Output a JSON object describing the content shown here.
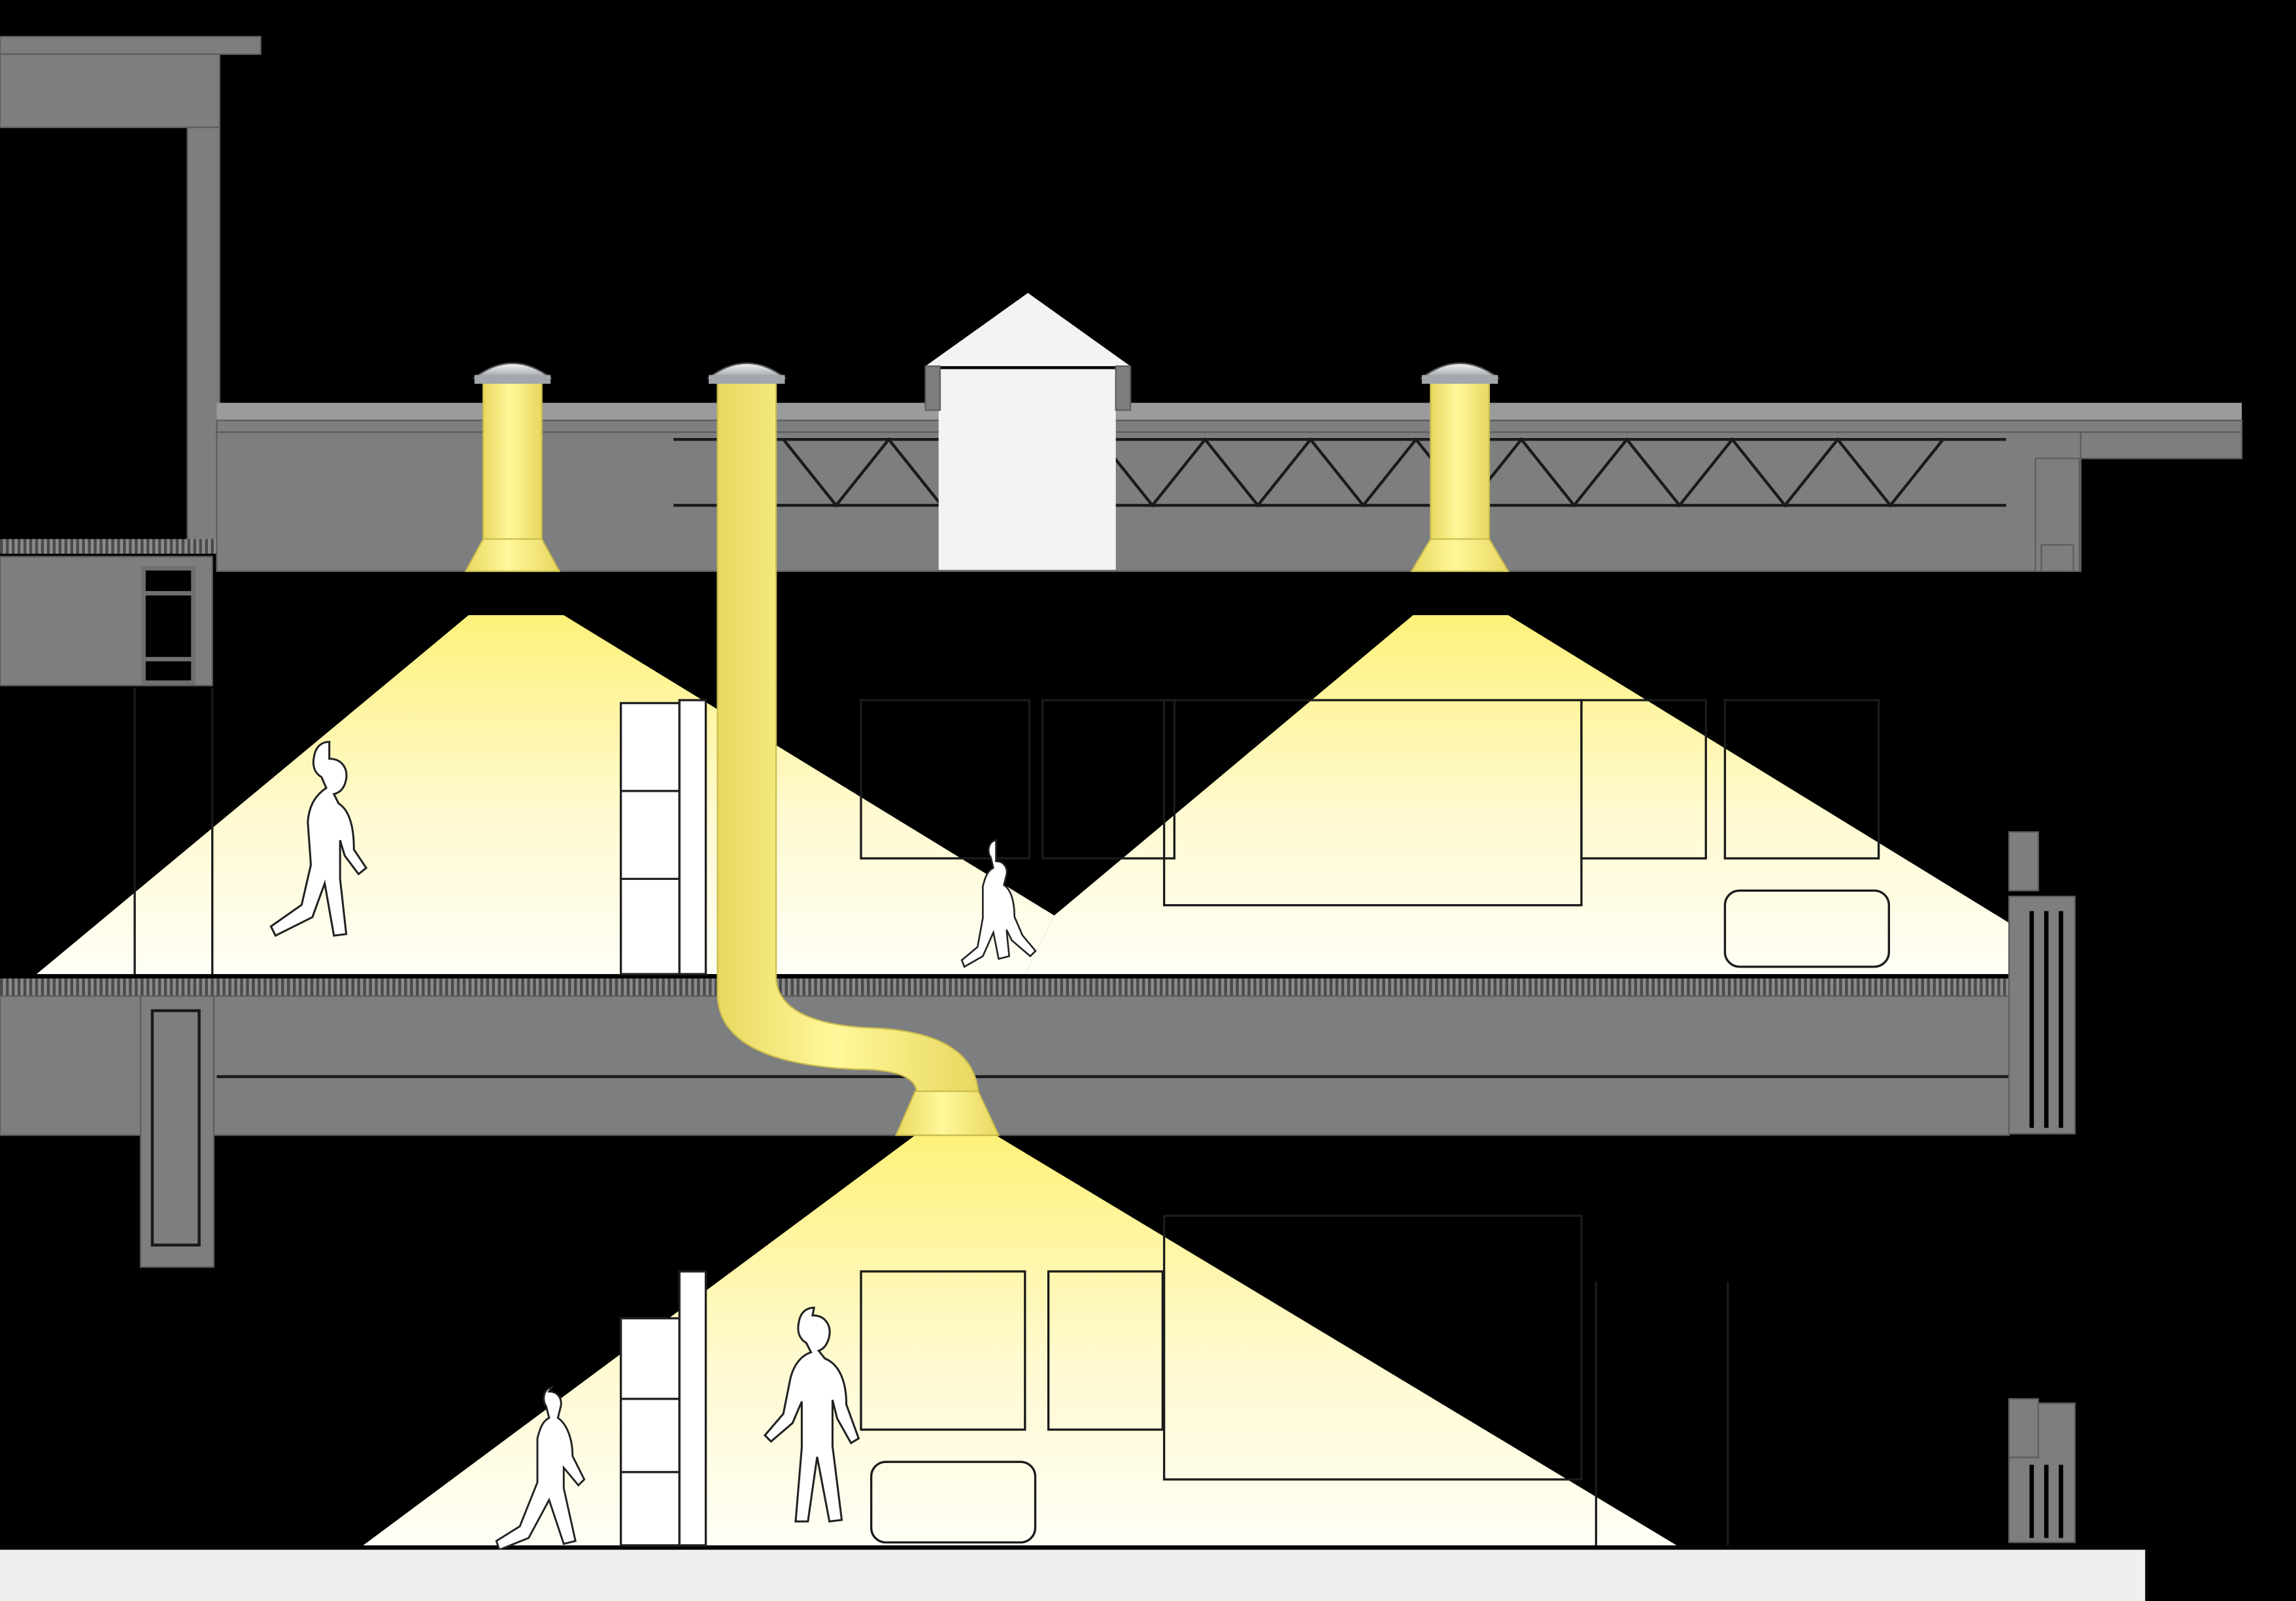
{
  "diagram": {
    "type": "building-section-daylighting",
    "colors": {
      "background": "#000000",
      "structure": "#7d7e80",
      "structure_edge": "#5c5d5f",
      "light_tube": "#fdf17a",
      "light_beam": "#fffce8",
      "dome": "#c9ccd0",
      "hatch_white": "#ffffff",
      "floor_slab": "#efefef",
      "line": "#1b1b1b"
    },
    "tubes": [
      {
        "id": "tube-1",
        "kind": "straight",
        "serves": "upper-floor"
      },
      {
        "id": "tube-2",
        "kind": "bent",
        "serves": "lower-floor"
      },
      {
        "id": "tube-3",
        "kind": "straight",
        "serves": "upper-floor"
      }
    ],
    "icons": [
      "light-dome-icon",
      "roof-hatch-icon",
      "person-walking-icon",
      "bench-icon",
      "bookshelf-icon"
    ]
  }
}
